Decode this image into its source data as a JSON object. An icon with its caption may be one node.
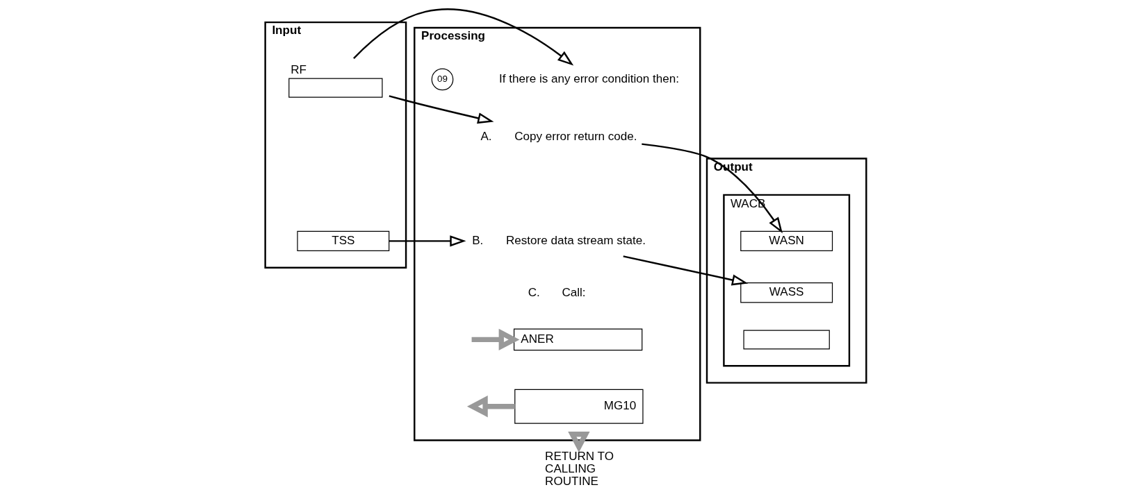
{
  "diagram": {
    "nodes": [
      {
        "text": [
          "Input"
        ]
      },
      {
        "text": [
          "RF"
        ],
        "in": 0
      },
      {
        "text": [
          "TSS"
        ],
        "in": 0
      },
      {
        "text": [
          "Processing"
        ]
      },
      {
        "text": [
          "09"
        ],
        "in": 3
      },
      {
        "text": [
          "If there is any error condition then:"
        ],
        "in": 3
      },
      {
        "text": [
          "A.",
          "Copy error return code."
        ],
        "in": 3
      },
      {
        "text": [
          "B.",
          "Restore data stream state."
        ],
        "in": 3
      },
      {
        "text": [
          "C.",
          "Call:"
        ],
        "in": 3
      },
      {
        "text": [
          "ANER"
        ],
        "in": 3
      },
      {
        "text": [
          "MG10"
        ],
        "in": 3
      },
      {
        "text": [
          "Output"
        ]
      },
      {
        "text": [
          "WACB"
        ],
        "in": 11
      },
      {
        "text": [
          "WASN"
        ],
        "in": 12
      },
      {
        "text": [
          "WASS"
        ],
        "in": 12
      },
      {
        "text": [],
        "shape": "box",
        "in": 12
      },
      {
        "text": [
          "RETURN TO CALLING ROUTINE"
        ]
      }
    ],
    "edges": [
      {
        "from": 1,
        "to": 5,
        "arrow": "to"
      },
      {
        "from": 1,
        "to": 6,
        "arrow": "to"
      },
      {
        "from": 2,
        "to": 7,
        "arrow": "to"
      },
      {
        "from": 6,
        "to": 13,
        "arrow": "to"
      },
      {
        "from": 7,
        "to": 14,
        "arrow": "to"
      },
      {
        "from": null,
        "to": 9,
        "arrow": "to",
        "style": "thick",
        "color": "#999999"
      },
      {
        "from": 10,
        "to": null,
        "arrow": "to",
        "style": "thick",
        "color": "#999999"
      },
      {
        "from": 3,
        "to": 16,
        "arrow": "to",
        "style": "thick",
        "color": "#999999"
      }
    ]
  }
}
